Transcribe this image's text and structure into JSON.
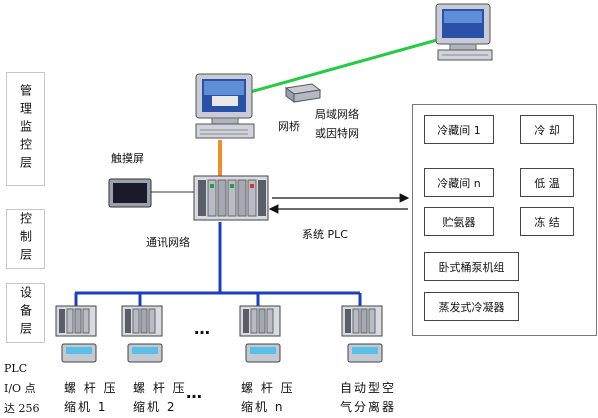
{
  "layers": [
    {
      "id": "management",
      "label": "管理监控层"
    },
    {
      "id": "control",
      "label": "控制层"
    },
    {
      "id": "device",
      "label": "设备层"
    }
  ],
  "network": {
    "bridge_label": "网桥",
    "lan_label_line1": "局域网络",
    "lan_label_line2": "或因特网",
    "touchscreen_label": "触摸屏",
    "comm_network_label": "通讯网络",
    "system_plc_label": "系统 PLC"
  },
  "system_panel": {
    "items": [
      {
        "id": "cold-room-1",
        "label": "冷藏间 1"
      },
      {
        "id": "cooling",
        "label": "冷 却"
      },
      {
        "id": "cold-room-n",
        "label": "冷藏间 n"
      },
      {
        "id": "low-temp",
        "label": "低 温"
      },
      {
        "id": "ammonia-storage",
        "label": "贮氨器"
      },
      {
        "id": "freezing",
        "label": "冻 结"
      },
      {
        "id": "horizontal-pump",
        "label": "卧式桶泵机组"
      },
      {
        "id": "evap-condenser",
        "label": "蒸发式冷凝器"
      }
    ]
  },
  "plc_note": {
    "line1": "PLC",
    "line2": "I/O 点",
    "line3": "达 256"
  },
  "devices": [
    {
      "id": "screw-compressor-1",
      "line1": "螺 杆 压",
      "line2": "缩机 1"
    },
    {
      "id": "screw-compressor-2",
      "line1": "螺 杆 压",
      "line2": "缩机 2"
    },
    {
      "id": "screw-compressor-n",
      "line1": "螺 杆 压",
      "line2": "缩机 n"
    },
    {
      "id": "air-separator",
      "line1": "自动型空",
      "line2": "气分离器"
    }
  ],
  "ellipsis": "…",
  "colors": {
    "wan_line": "#22cc44",
    "orange_link": "#f08c2c",
    "bus": "#1a3fc0",
    "arrow": "#111111"
  }
}
